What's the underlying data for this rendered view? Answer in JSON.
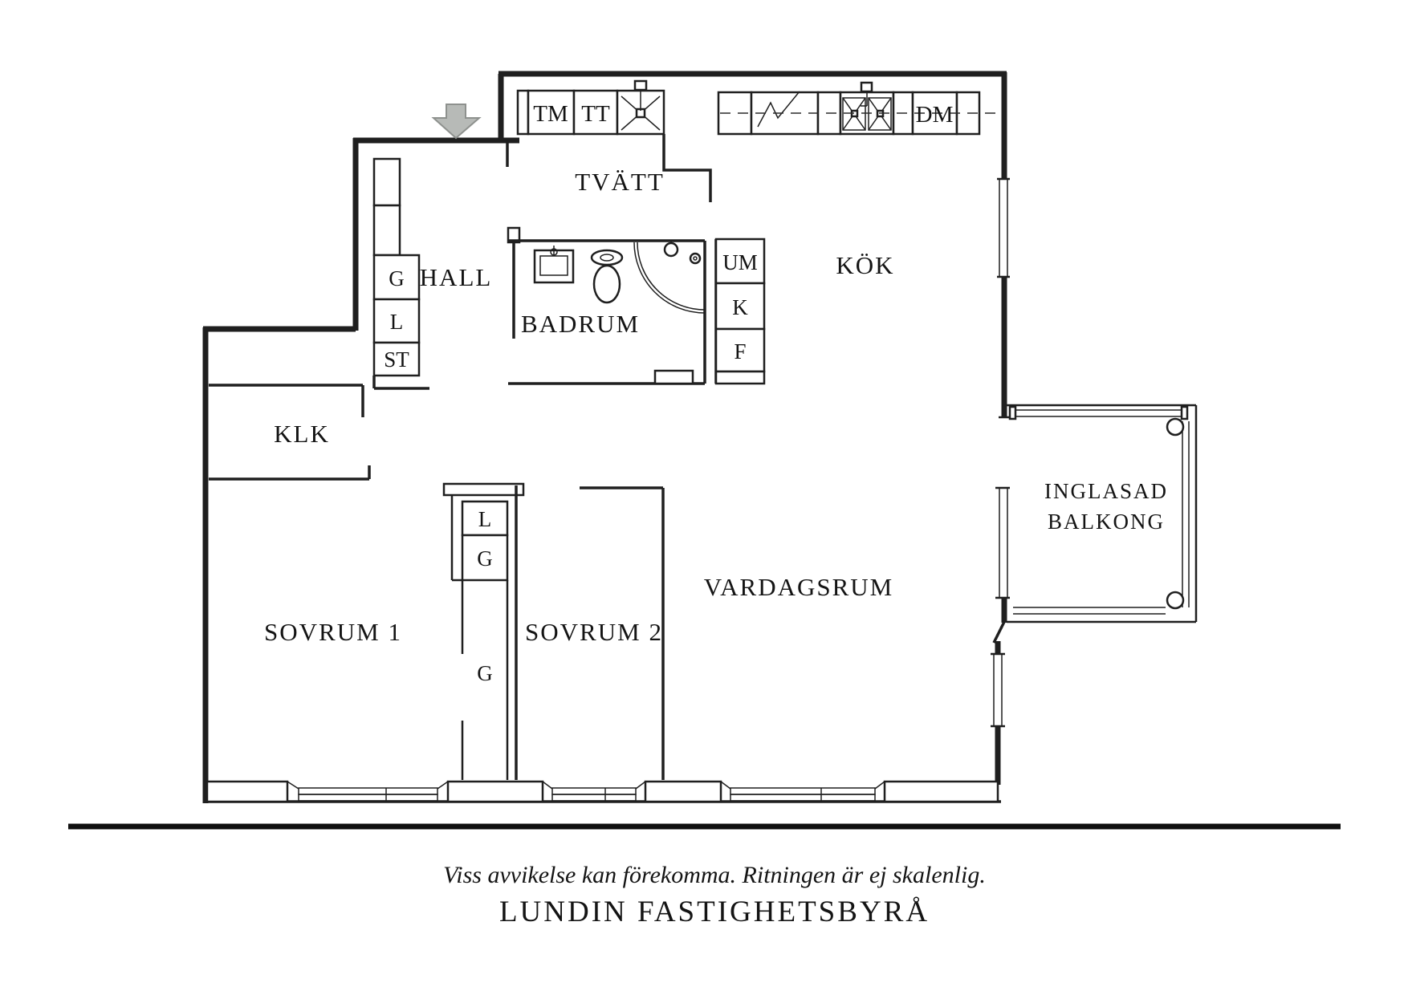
{
  "plan": {
    "rooms": {
      "tvatt": "TVÄTT",
      "hall": "HALL",
      "badrum": "BADRUM",
      "kok": "KÖK",
      "klk": "KLK",
      "sovrum1": "SOVRUM 1",
      "sovrum2": "SOVRUM 2",
      "vardagsrum": "VARDAGSRUM",
      "balkong_line1": "INGLASAD",
      "balkong_line2": "BALKONG"
    },
    "fixtures": {
      "tm": "TM",
      "tt": "TT",
      "dm": "DM",
      "um": "UM",
      "k": "K",
      "f": "F",
      "hall_g": "G",
      "hall_l": "L",
      "hall_st": "ST",
      "closet_l": "L",
      "closet_g": "G",
      "closet_g2": "G"
    }
  },
  "footer": {
    "disclaimer": "Viss avvikelse kan förekomma. Ritningen är ej skalenlig.",
    "brand": "LUNDIN FASTIGHETSBYRÅ"
  },
  "colors": {
    "wall": "#1f1f1f",
    "text": "#141414",
    "arrow_fill": "#b7bab7",
    "arrow_stroke": "#8e918e",
    "background": "#ffffff"
  }
}
